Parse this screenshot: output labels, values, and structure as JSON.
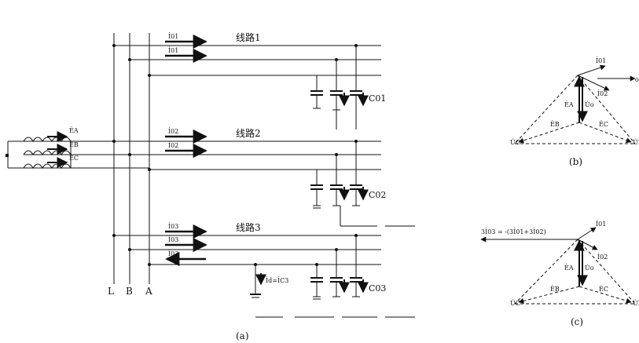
{
  "figure_a": {
    "caption": "(a)",
    "bus_labels": [
      "L",
      "B",
      "A"
    ],
    "lines": [
      {
        "label": "线路1",
        "currents": [
          "İ01",
          "İ01"
        ],
        "cap_label": "C01"
      },
      {
        "label": "线路2",
        "currents": [
          "İ02",
          "İ02"
        ],
        "cap_label": "C02"
      },
      {
        "label": "线路3",
        "currents": [
          "İ03",
          "İ03",
          "İ03"
        ],
        "cap_label": "C03"
      }
    ],
    "source_labels": [
      "ĖA",
      "ĖB",
      "ĖC"
    ],
    "fault_current": "İd=İC3"
  },
  "figure_b": {
    "caption": "(b)",
    "labels": {
      "i01": "İ01",
      "i02": "İ02",
      "o": "o",
      "uo": "U̇o",
      "ea": "ĖA",
      "eb": "ĖB",
      "ec": "ĖC",
      "uc": "U̇C",
      "ub": "U̇B"
    }
  },
  "figure_c": {
    "caption": "(c)",
    "labels": {
      "left": "3İ03 = -(3İ01+3İ02)",
      "i01": "İ01",
      "i02": "İ02",
      "uo": "U̇o",
      "ea": "ĖA",
      "eb": "ĖB",
      "ec": "ĖC",
      "uc": "U̇C",
      "ub": "U̇B"
    }
  }
}
